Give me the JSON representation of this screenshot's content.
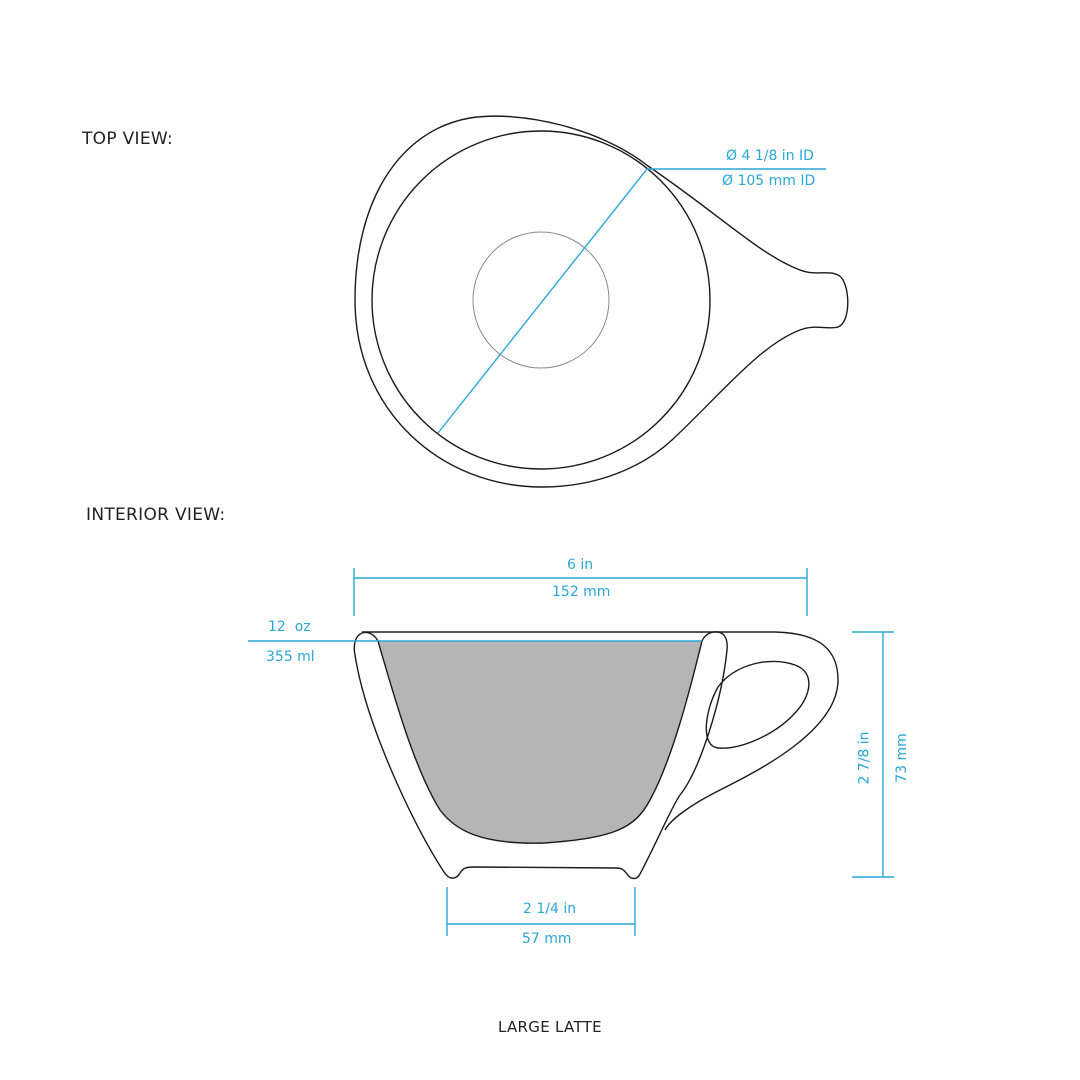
{
  "section_labels": {
    "top_view": "TOP VIEW:",
    "interior_view": "INTERIOR VIEW:"
  },
  "title": "LARGE LATTE",
  "top_view": {
    "inner_diameter_in": "Ø 4 1/8 in ID",
    "inner_diameter_mm": "Ø 105 mm ID"
  },
  "interior_view": {
    "rim_width_in": "6 in",
    "rim_width_mm": "152 mm",
    "capacity_oz": "12  oz",
    "capacity_ml": "355 ml",
    "height_in": "2 7/8 in",
    "height_mm": "73 mm",
    "base_width_in": "2 1/4 in",
    "base_width_mm": "57 mm"
  },
  "colors": {
    "dimension_line": "#2aa7d6",
    "outline": "#1a1a1a",
    "liquid_fill": "#b5b5b5",
    "text": "#222222"
  }
}
